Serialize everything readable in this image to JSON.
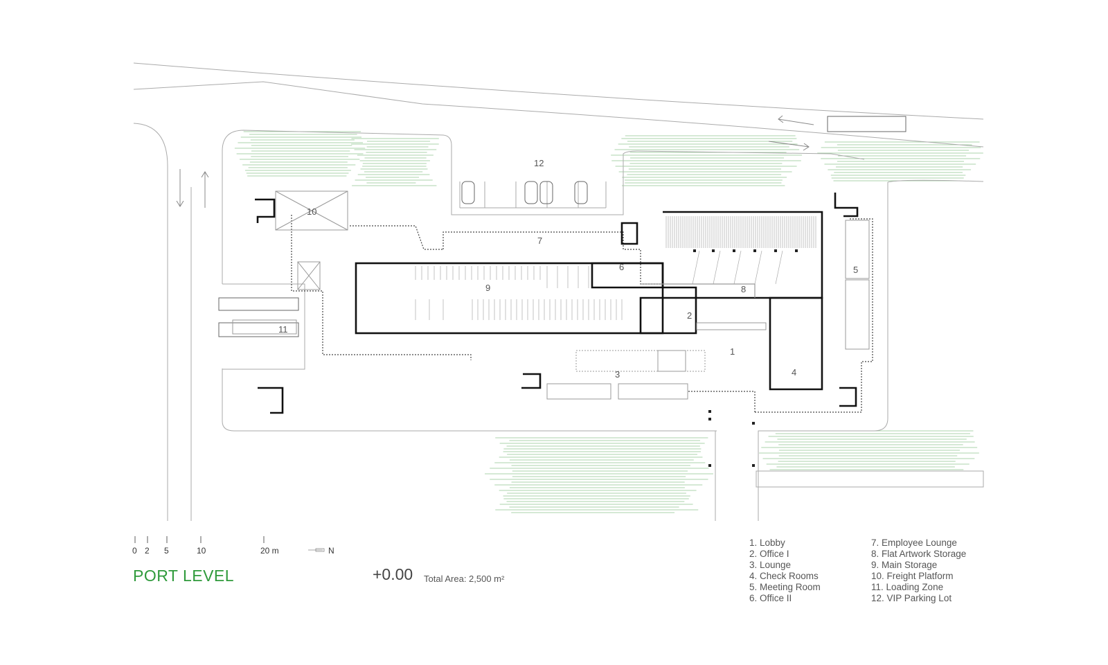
{
  "rooms": [
    {
      "num": "1"
    },
    {
      "num": "2"
    },
    {
      "num": "3"
    },
    {
      "num": "4"
    },
    {
      "num": "5"
    },
    {
      "num": "6"
    },
    {
      "num": "7"
    },
    {
      "num": "8"
    },
    {
      "num": "9"
    },
    {
      "num": "10"
    },
    {
      "num": "11"
    },
    {
      "num": "12"
    }
  ],
  "scale_bar": {
    "ticks": [
      "0",
      "2",
      "5",
      "10",
      "20 m"
    ],
    "north": "N"
  },
  "title": "PORT LEVEL",
  "elevation": "+0.00",
  "total_area": "Total Area: 2,500 m²",
  "legend": {
    "column1": [
      "1. Lobby",
      "2. Office I",
      "3. Lounge",
      "4. Check Rooms",
      "5. Meeting Room",
      "6. Office II"
    ],
    "column2": [
      "7. Employee Lounge",
      "8. Flat Artwork Storage",
      "9. Main Storage",
      "10. Freight Platform",
      "11. Loading Zone",
      "12. VIP Parking Lot"
    ]
  },
  "colors": {
    "title_green": "#2f9a3b",
    "vegetation": "#8fc48f",
    "wall": "#111111",
    "line": "#9a9a9a"
  }
}
